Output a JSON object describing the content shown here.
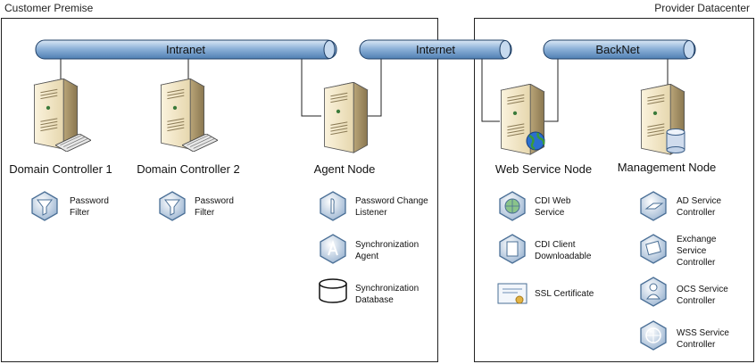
{
  "regions": {
    "customer": "Customer Premise",
    "provider": "Provider Datacenter"
  },
  "networks": {
    "intranet": "Intranet",
    "internet": "Internet",
    "backnet": "BackNet"
  },
  "nodes": {
    "dc1": "Domain Controller 1",
    "dc2": "Domain Controller 2",
    "agent": "Agent Node",
    "web": "Web Service Node",
    "mgmt": "Management Node"
  },
  "components": {
    "dc1_filter": [
      "Password",
      "Filter"
    ],
    "dc2_filter": [
      "Password",
      "Filter"
    ],
    "agent_listener": [
      "Password Change",
      "Listener"
    ],
    "agent_sync": [
      "Synchronization",
      "Agent"
    ],
    "agent_db": [
      "Synchronization",
      "Database"
    ],
    "web_service": [
      "CDI Web",
      "Service"
    ],
    "web_client": [
      "CDI Client",
      "Downloadable"
    ],
    "web_ssl": [
      "SSL Certificate"
    ],
    "mgmt_ad": [
      "AD Service",
      "Controller"
    ],
    "mgmt_exchange": [
      "Exchange",
      "Service",
      "Controller"
    ],
    "mgmt_ocs": [
      "OCS Service",
      "Controller"
    ],
    "mgmt_wss": [
      "WSS Service",
      "Controller"
    ]
  }
}
